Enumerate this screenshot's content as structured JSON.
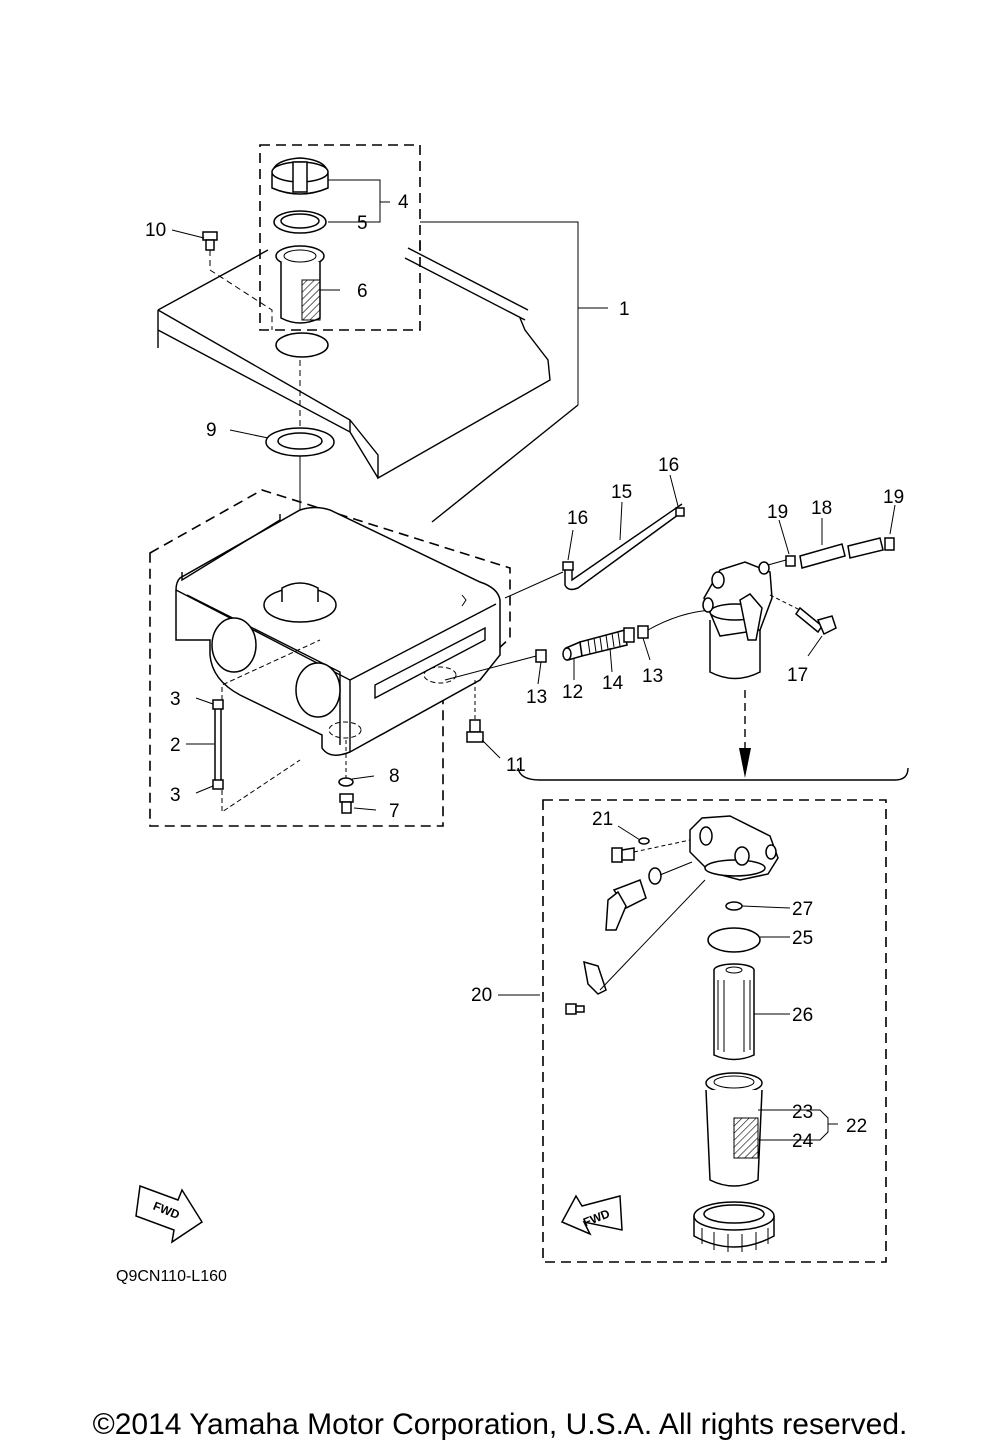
{
  "diagram": {
    "drawing_code": "Q9CN110-L160",
    "copyright": "©2014 Yamaha Motor Corporation, U.S.A. All rights reserved.",
    "fwd_label": "FWD",
    "callouts": {
      "c1": "1",
      "c2": "2",
      "c3a": "3",
      "c3b": "3",
      "c4": "4",
      "c5": "5",
      "c6": "6",
      "c7": "7",
      "c8": "8",
      "c9": "9",
      "c10": "10",
      "c11": "11",
      "c12": "12",
      "c13a": "13",
      "c13b": "13",
      "c14": "14",
      "c15": "15",
      "c16a": "16",
      "c16b": "16",
      "c17": "17",
      "c18": "18",
      "c19a": "19",
      "c19b": "19",
      "c20": "20",
      "c21": "21",
      "c22": "22",
      "c23": "23",
      "c24": "24",
      "c25": "25",
      "c26": "26",
      "c27": "27"
    }
  }
}
